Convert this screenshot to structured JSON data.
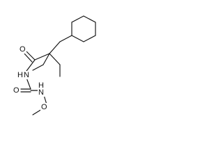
{
  "molecule": {
    "atom_labels": {
      "carbonyl_oxygen_top": "O",
      "amide_nitrogen": "N",
      "amide_hydrogen": "H",
      "carbonyl_oxygen_bottom": "O",
      "urea_nitrogen": "N",
      "urea_hydrogen": "H",
      "methoxy_oxygen": "O"
    }
  }
}
